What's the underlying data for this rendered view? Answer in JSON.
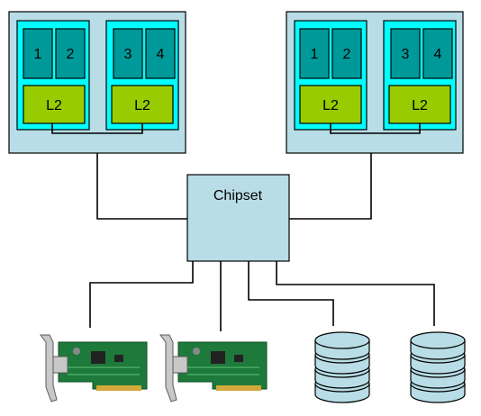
{
  "processors": [
    {
      "dies": [
        {
          "cores": [
            "1",
            "2"
          ],
          "cache": "L2"
        },
        {
          "cores": [
            "3",
            "4"
          ],
          "cache": "L2"
        }
      ]
    },
    {
      "dies": [
        {
          "cores": [
            "1",
            "2"
          ],
          "cache": "L2"
        },
        {
          "cores": [
            "3",
            "4"
          ],
          "cache": "L2"
        }
      ]
    }
  ],
  "chipset": {
    "label": "Chipset"
  },
  "devices": [
    {
      "icon": "network-card-icon"
    },
    {
      "icon": "network-card-icon"
    },
    {
      "icon": "disk-stack-icon"
    },
    {
      "icon": "disk-stack-icon"
    }
  ],
  "colors": {
    "package": "#b8dde6",
    "die": "#00ffff",
    "core": "#009999",
    "cache": "#99cc00",
    "chipset": "#b8dde6"
  }
}
